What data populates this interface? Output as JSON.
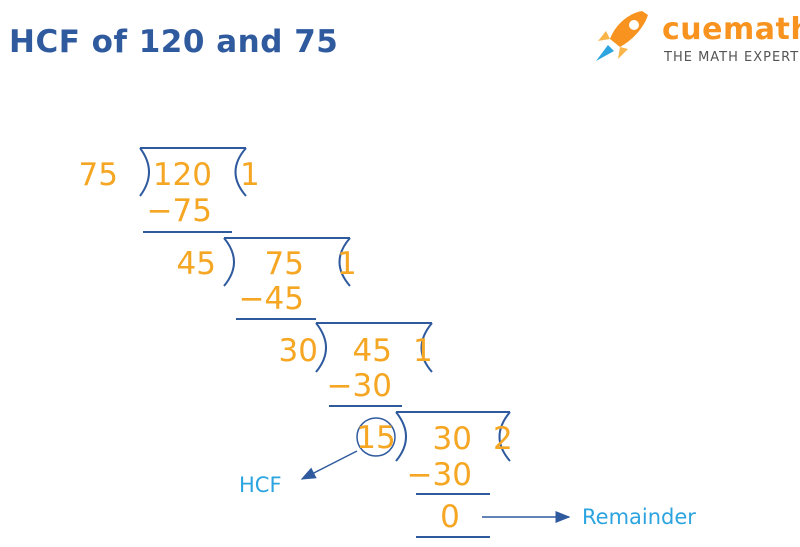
{
  "header": {
    "title": "HCF of 120 and 75"
  },
  "brand": {
    "name": "cuemath",
    "tagline": "THE MATH EXPERT"
  },
  "division": {
    "steps": [
      {
        "divisor": "75",
        "dividend": "120",
        "quotient": "1",
        "subtract": "−75"
      },
      {
        "divisor": "45",
        "dividend": "75",
        "quotient": "1",
        "subtract": "−45"
      },
      {
        "divisor": "30",
        "dividend": "45",
        "quotient": "1",
        "subtract": "−30"
      },
      {
        "divisor": "15",
        "dividend": "30",
        "quotient": "2",
        "subtract": "−30"
      }
    ],
    "remainder": "0"
  },
  "labels": {
    "hcf": "HCF",
    "remainder": "Remainder"
  },
  "colors": {
    "numbers": "#f5a623",
    "lines": "#2f5a9e",
    "labels": "#2ba4e0",
    "title": "#2f5a9e"
  }
}
